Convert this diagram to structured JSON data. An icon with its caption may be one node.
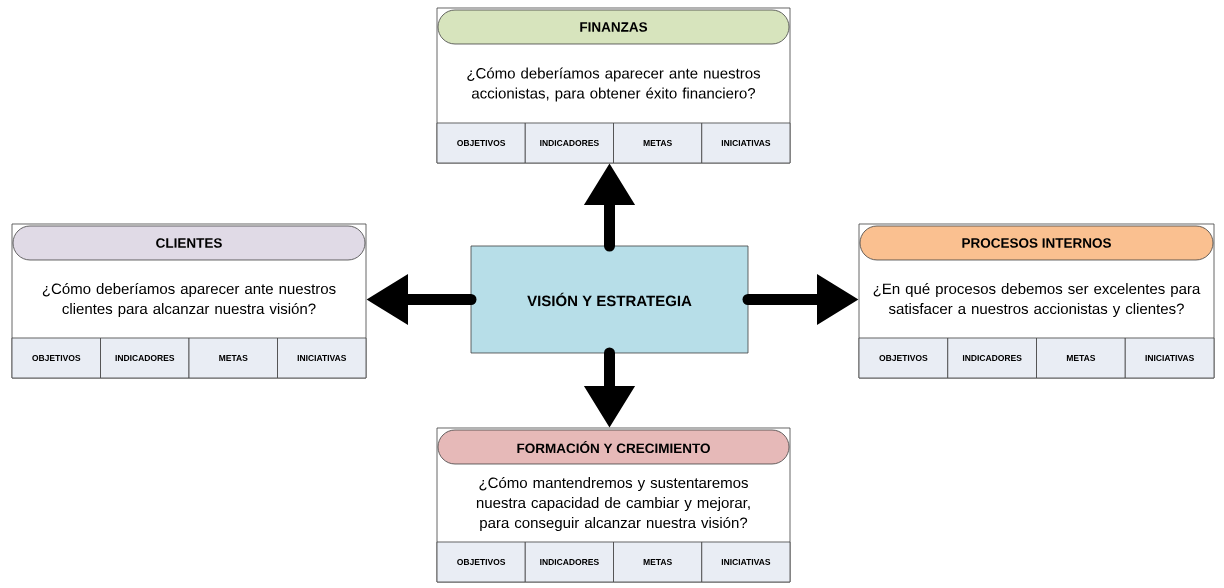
{
  "diagram": {
    "nodes": [
      {
        "text": [
          "¿Cómo deberíamos aparecer ante nuestros accionistas, para obtener éxito financiero?"
        ]
      },
      {
        "text": [
          "FINANZAS"
        ],
        "in": 0
      },
      {
        "text": [
          "OBJETIVOS"
        ],
        "in": 0
      },
      {
        "text": [
          "INDICADORES"
        ],
        "in": 0
      },
      {
        "text": [
          "METAS"
        ],
        "in": 0
      },
      {
        "text": [
          "INICIATIVAS"
        ],
        "in": 0
      },
      {
        "text": [
          "¿Cómo deberíamos aparecer ante nuestros clientes para alcanzar nuestra visión?"
        ]
      },
      {
        "text": [
          "CLIENTES"
        ],
        "in": 6
      },
      {
        "text": [
          "OBJETIVOS"
        ],
        "in": 6
      },
      {
        "text": [
          "INDICADORES"
        ],
        "in": 6
      },
      {
        "text": [
          "METAS"
        ],
        "in": 6
      },
      {
        "text": [
          "INICIATIVAS"
        ],
        "in": 6
      },
      {
        "text": [
          "VISIÓN Y ESTRATEGIA"
        ]
      },
      {
        "text": [
          "¿En qué procesos debemos ser excelentes para satisfacer a nuestros accionistas y clientes?"
        ]
      },
      {
        "text": [
          "PROCESOS INTERNOS"
        ],
        "in": 13
      },
      {
        "text": [
          "OBJETIVOS"
        ],
        "in": 13
      },
      {
        "text": [
          "INDICADORES"
        ],
        "in": 13
      },
      {
        "text": [
          "METAS"
        ],
        "in": 13
      },
      {
        "text": [
          "INICIATIVAS"
        ],
        "in": 13
      },
      {
        "text": [
          "¿Cómo mantendremos y sustentaremos nuestra capacidad de cambiar y mejorar, para conseguir alcanzar nuestra visión?"
        ]
      },
      {
        "text": [
          "FORMACIÓN Y CRECIMIENTO"
        ],
        "in": 19
      },
      {
        "text": [
          "OBJETIVOS"
        ],
        "in": 19
      },
      {
        "text": [
          "INDICADORES"
        ],
        "in": 19
      },
      {
        "text": [
          "METAS"
        ],
        "in": 19
      },
      {
        "text": [
          "INICIATIVAS"
        ],
        "in": 19
      }
    ],
    "edges": [
      {
        "from": 12,
        "to": 0,
        "arrow": "to"
      },
      {
        "from": 12,
        "to": 6,
        "arrow": "to"
      },
      {
        "from": 12,
        "to": 13,
        "arrow": "to"
      },
      {
        "from": 12,
        "to": 19,
        "arrow": "to"
      }
    ]
  }
}
